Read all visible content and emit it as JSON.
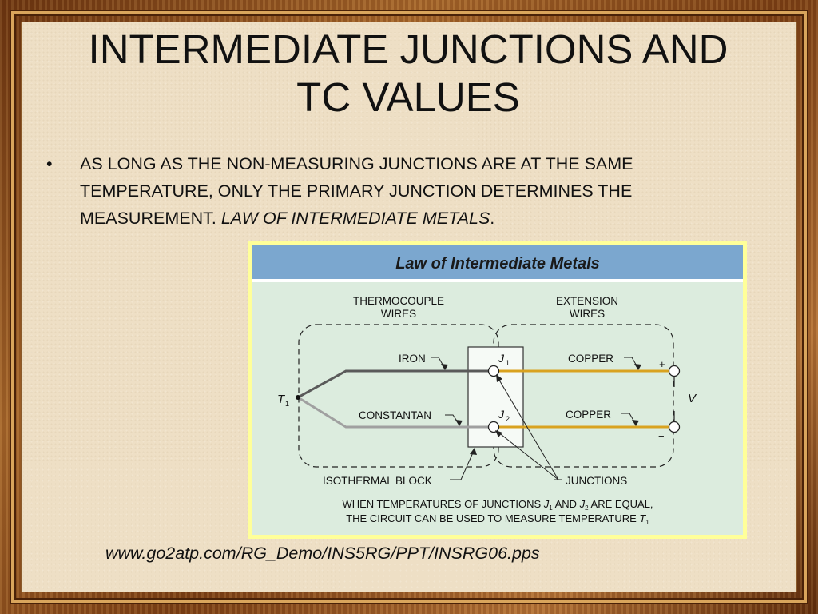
{
  "slide": {
    "title_line1": "INTERMEDIATE JUNCTIONS AND",
    "title_line2": "TC VALUES",
    "bullet_marker": "•",
    "bullet_line1": "AS LONG AS THE NON-MEASURING JUNCTIONS ARE AT THE SAME",
    "bullet_line2": "TEMPERATURE, ONLY THE PRIMARY JUNCTION DETERMINES THE",
    "bullet_line3_plain": "MEASUREMENT. ",
    "bullet_line3_italic": "LAW OF INTERMEDIATE METALS",
    "bullet_line3_end": ".",
    "source_url": "www.go2atp.com/RG_Demo/INS5RG/PPT/INSRG06.pps"
  },
  "diagram": {
    "header": "Law of Intermediate Metals",
    "group_thermocouple": [
      "THERMOCOUPLE",
      "WIRES"
    ],
    "group_extension": [
      "EXTENSION",
      "WIRES"
    ],
    "wire_iron": "IRON",
    "wire_constantan": "CONSTANTAN",
    "wire_copper_top": "COPPER",
    "wire_copper_bottom": "COPPER",
    "junction_j1": "J",
    "junction_j1_sub": "1",
    "junction_j2": "J",
    "junction_j2_sub": "2",
    "sensing_point": "T",
    "sensing_point_sub": "1",
    "voltage": "V",
    "plus": "+",
    "minus": "−",
    "isothermal_block": "ISOTHERMAL BLOCK",
    "junctions": "JUNCTIONS",
    "caption_line1_a": "WHEN TEMPERATURES OF JUNCTIONS ",
    "caption_line1_j": "J",
    "caption_line1_j1sub": "1",
    "caption_line1_b": " AND ",
    "caption_line1_j2": "J",
    "caption_line1_j2sub": "2",
    "caption_line1_c": " ARE EQUAL,",
    "caption_line2_a": "THE CIRCUIT CAN BE USED TO MEASURE TEMPERATURE ",
    "caption_line2_t": "T",
    "caption_line2_tsub": "1",
    "colors": {
      "header_band": "#7ba7cf",
      "panel": "#dcecde",
      "border": "#ffff99",
      "iron_wire": "#5a5a5a",
      "constantan_wire": "#a0a0a0",
      "copper_wire": "#d9a21f"
    }
  }
}
